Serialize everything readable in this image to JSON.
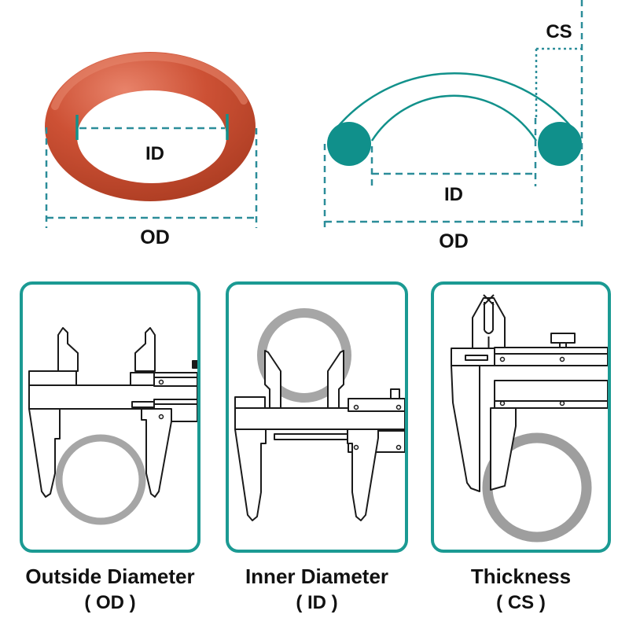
{
  "page": {
    "background": "#ffffff"
  },
  "colors": {
    "teal_fill": "#10908b",
    "teal_line": "#12918b",
    "teal_dash": "#2b8d99",
    "panel_border": "#1b9a93",
    "oring_red_light": "#e8836a",
    "oring_red": "#cd5135",
    "oring_red_dark": "#a83a20",
    "ring_gray": "#a6a6a6",
    "outline_black": "#1a1a1a",
    "label_black": "#111111"
  },
  "figures": {
    "oring_photo": {
      "id_label": "ID",
      "od_label": "OD"
    },
    "cross_section": {
      "cs_label": "CS",
      "id_label": "ID",
      "od_label": "OD"
    }
  },
  "panels": [
    {
      "title": "Outside Diameter",
      "abbr": "( OD )"
    },
    {
      "title": "Inner Diameter",
      "abbr": "( ID )"
    },
    {
      "title": "Thickness",
      "abbr": "( CS )"
    }
  ]
}
